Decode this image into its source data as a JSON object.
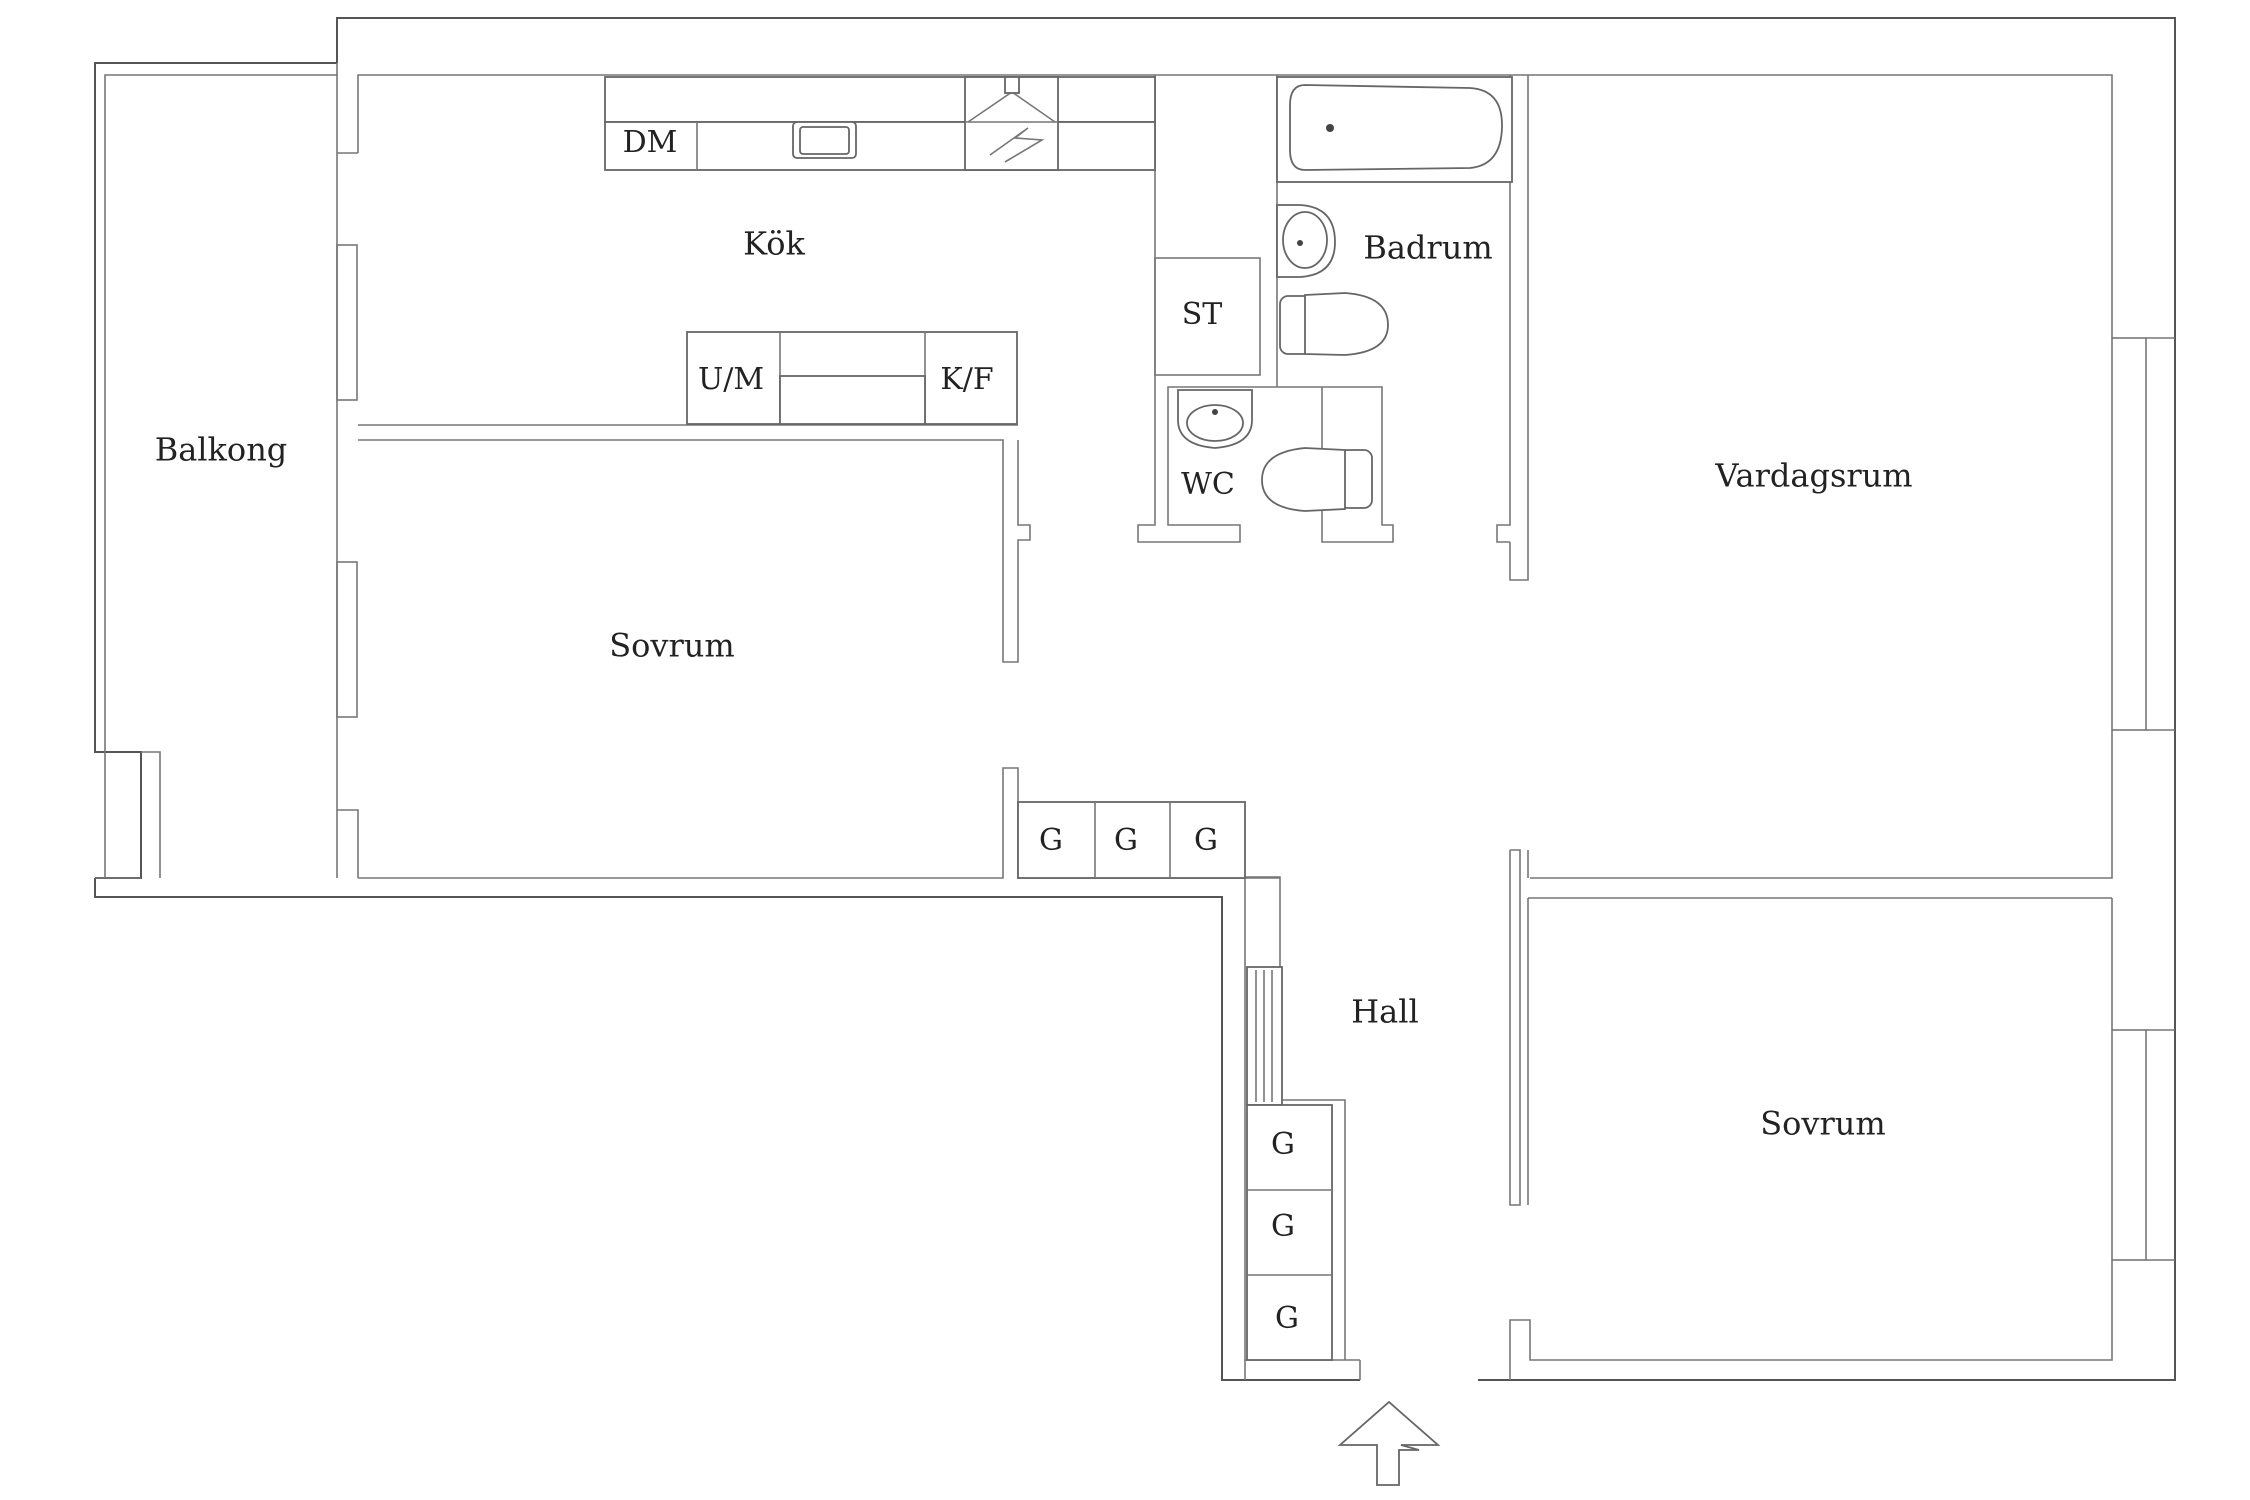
{
  "rooms": {
    "kitchen": "Kök",
    "balcony": "Balkong",
    "bedroom_left": "Sovrum",
    "bathroom": "Badrum",
    "storage": "ST",
    "toilet": "WC",
    "living_room": "Vardagsrum",
    "hall": "Hall",
    "bedroom_right": "Sovrum"
  },
  "appliances": {
    "dishwasher": "DM",
    "oven_microwave": "U/M",
    "fridge_freezer": "K/F"
  },
  "wardrobes": {
    "bedroom_closet_1": "G",
    "bedroom_closet_2": "G",
    "bedroom_closet_3": "G",
    "hall_closet_1": "G",
    "hall_closet_2": "G",
    "hall_closet_3": "G"
  },
  "icons": {
    "entrance": "entrance-arrow-icon"
  }
}
